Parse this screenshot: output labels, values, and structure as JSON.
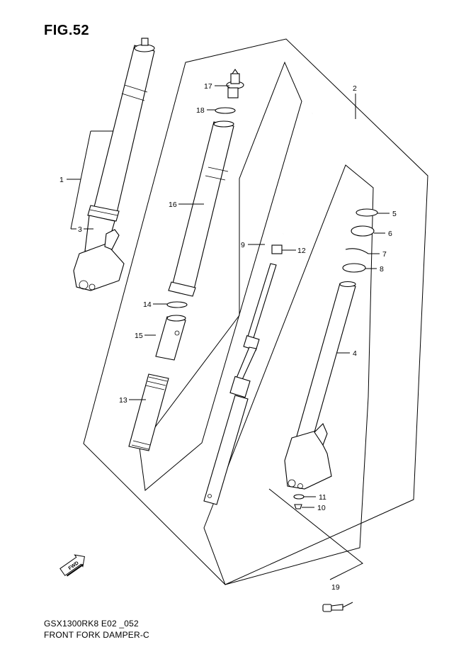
{
  "figure": {
    "title": "FIG.52"
  },
  "footer": {
    "model_code": "GSX1300RK8 E02 _052",
    "caption": "FRONT FORK DAMPER-C"
  },
  "direction_badge": {
    "label": "FWD"
  },
  "callouts": {
    "p1": "1",
    "p2": "2",
    "p3": "3",
    "p4": "4",
    "p5": "5",
    "p6": "6",
    "p7": "7",
    "p8": "8",
    "p9": "9",
    "p10": "10",
    "p11": "11",
    "p12": "12",
    "p13": "13",
    "p14": "14",
    "p15": "15",
    "p16": "16",
    "p17": "17",
    "p18": "18",
    "p19": "19"
  }
}
